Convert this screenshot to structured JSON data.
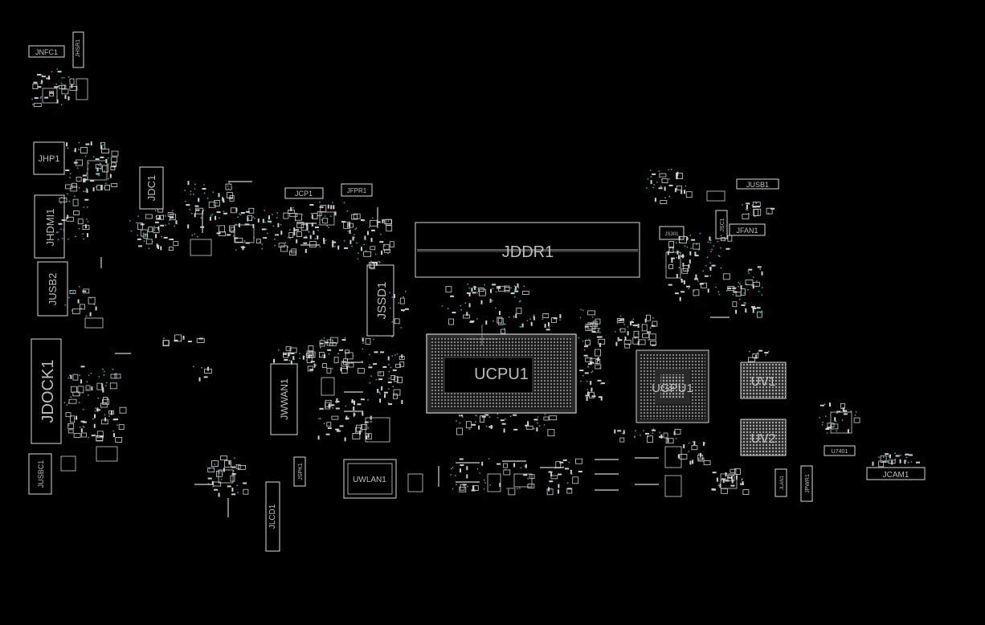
{
  "board": {
    "background": "#000000",
    "line_color": "#d8d8d8",
    "via_color": "#3aa6b0",
    "designators": {
      "jnfc1": "JNFC1",
      "jhsr1": "JHSR1",
      "jhp1": "JHP1",
      "jhdmi1": "JHDMI1",
      "jusb2": "JUSB2",
      "jdock1": "JDOCK1",
      "jusbc1": "JUSBC1",
      "jdc1": "JDC1",
      "jcp1": "JCP1",
      "jfpr1": "JFPR1",
      "jssd1": "JSSD1",
      "jddr1": "JDDR1",
      "ucpu1": "UCPU1",
      "ugpu1": "UGPU1",
      "uv1": "UV1",
      "uv2": "UV2",
      "jwwan1": "JWWAN1",
      "jspk1": "JSPK1",
      "jlcd1": "JLCD1",
      "uwlan1": "UWLAN1",
      "jusb1": "JUSB1",
      "jfan1": "JFAN1",
      "jsc1": "JSC1",
      "js301": "JS301",
      "u7401": "U7401",
      "jlan1": "JLAN1",
      "jpwr1": "JPWR1",
      "jcam1": "JCAM1"
    }
  }
}
